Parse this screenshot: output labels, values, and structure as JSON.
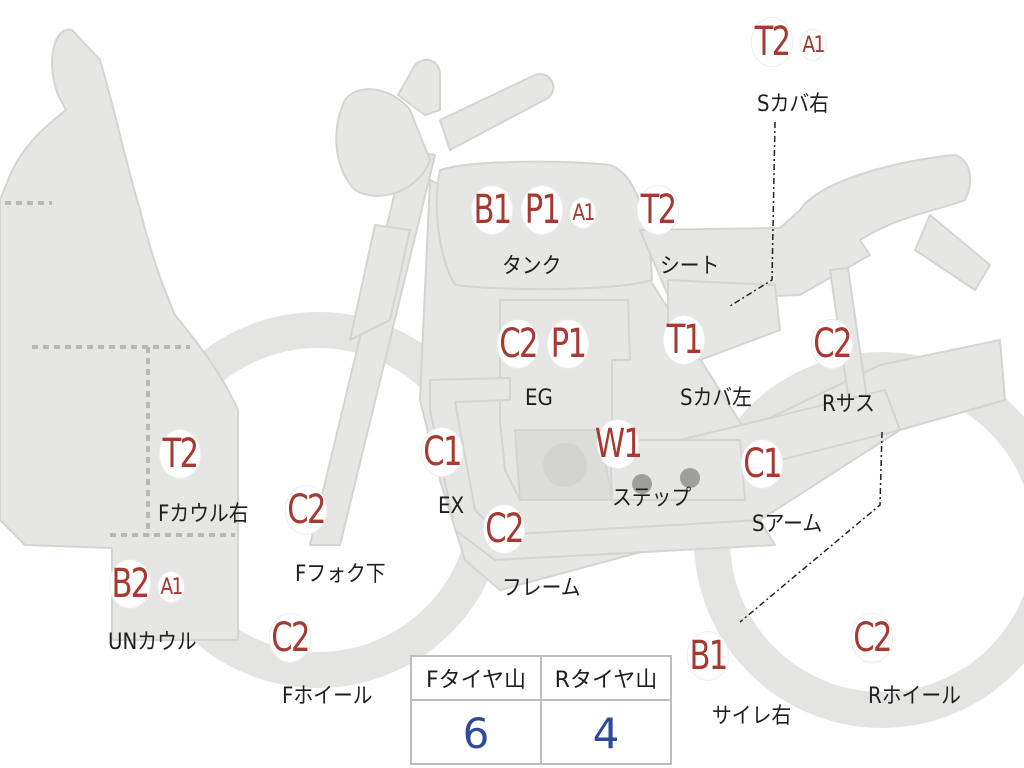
{
  "colors": {
    "part_fill": "#e6e6e4",
    "part_stroke": "#cfcfcc",
    "grade_text": "#a63a32",
    "value_text": "#2e4a9a"
  },
  "parts": [
    {
      "grades": [
        "T2",
        "A1"
      ],
      "label": "Sカバ右"
    },
    {
      "grades": [
        "B1",
        "P1",
        "A1"
      ],
      "label": "タンク"
    },
    {
      "grades": [
        "T2"
      ],
      "label": "シート"
    },
    {
      "grades": [
        "C2",
        "P1"
      ],
      "label": "EG"
    },
    {
      "grades": [
        "T1"
      ],
      "label": "Sカバ左"
    },
    {
      "grades": [
        "C2"
      ],
      "label": "Rサス"
    },
    {
      "grades": [
        "T2"
      ],
      "label": "Fカウル右"
    },
    {
      "grades": [
        "C2"
      ],
      "label": "Fフォク下"
    },
    {
      "grades": [
        "C1"
      ],
      "label": "EX"
    },
    {
      "grades": [
        "W1"
      ],
      "label": "ステップ"
    },
    {
      "grades": [
        "C1"
      ],
      "label": "Sアーム"
    },
    {
      "grades": [
        "C2"
      ],
      "label": "フレーム"
    },
    {
      "grades": [
        "B2",
        "A1"
      ],
      "label": "UNカウル"
    },
    {
      "grades": [
        "C2"
      ],
      "label": "Fホイール"
    },
    {
      "grades": [
        "B1"
      ],
      "label": "サイレ右"
    },
    {
      "grades": [
        "C2"
      ],
      "label": "Rホイール"
    }
  ],
  "tire_table": {
    "headers": [
      "Fタイヤ山",
      "Rタイヤ山"
    ],
    "values": [
      "6",
      "4"
    ]
  }
}
